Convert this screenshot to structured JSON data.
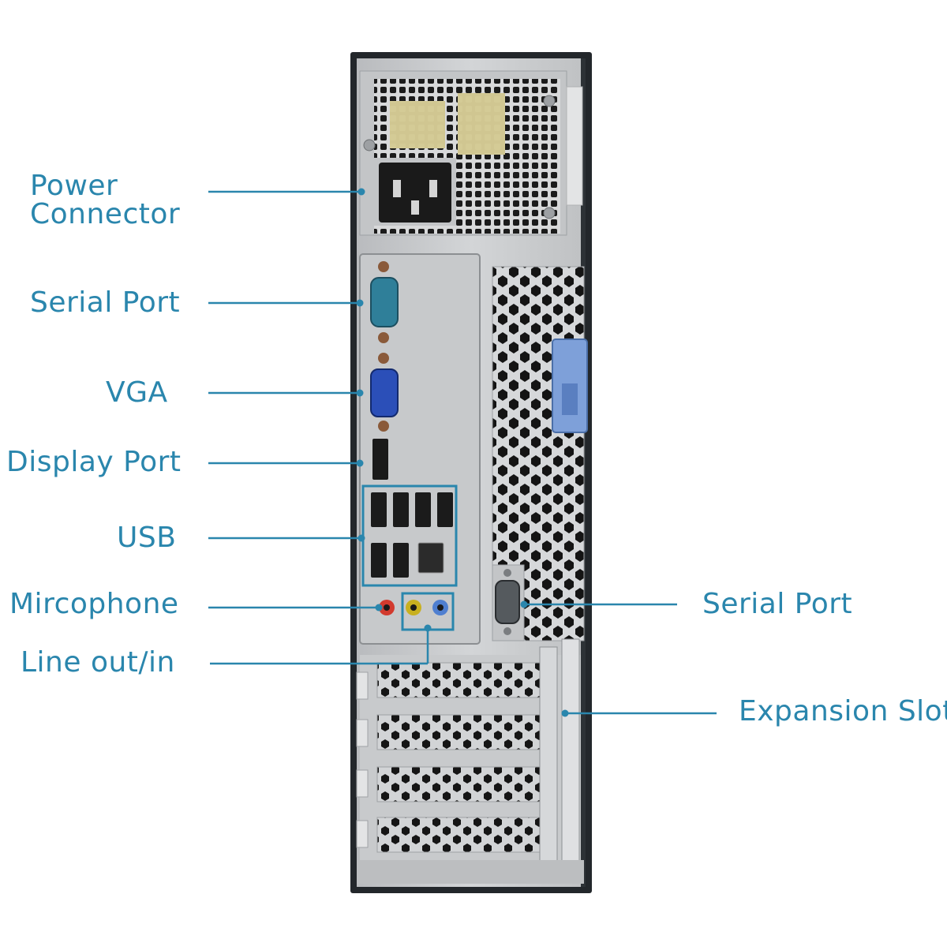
{
  "labels": {
    "power_connector": [
      "Power",
      "Connector"
    ],
    "serial_port_left": "Serial Port",
    "vga": "VGA",
    "display_port": "Display Port",
    "usb": "USB",
    "microphone": "Mircophone",
    "line_out_in": "Line out/in",
    "serial_port_right": "Serial Port",
    "expansion_slot": "Expansion Slot"
  },
  "colors": {
    "label": "#2a86ad",
    "leader": "#2a86ad",
    "chassis": "#c9cbcd",
    "chassis_edge": "#23272b",
    "vent_hole": "#141414",
    "vga_port": "#2b4fb8",
    "serial_port": "#2f7f99",
    "lock_latch": "#7ea0d9",
    "mic_jack": "#d23a2e",
    "line_out_jack": "#c8b020",
    "line_in_jack": "#4f7fd0"
  }
}
